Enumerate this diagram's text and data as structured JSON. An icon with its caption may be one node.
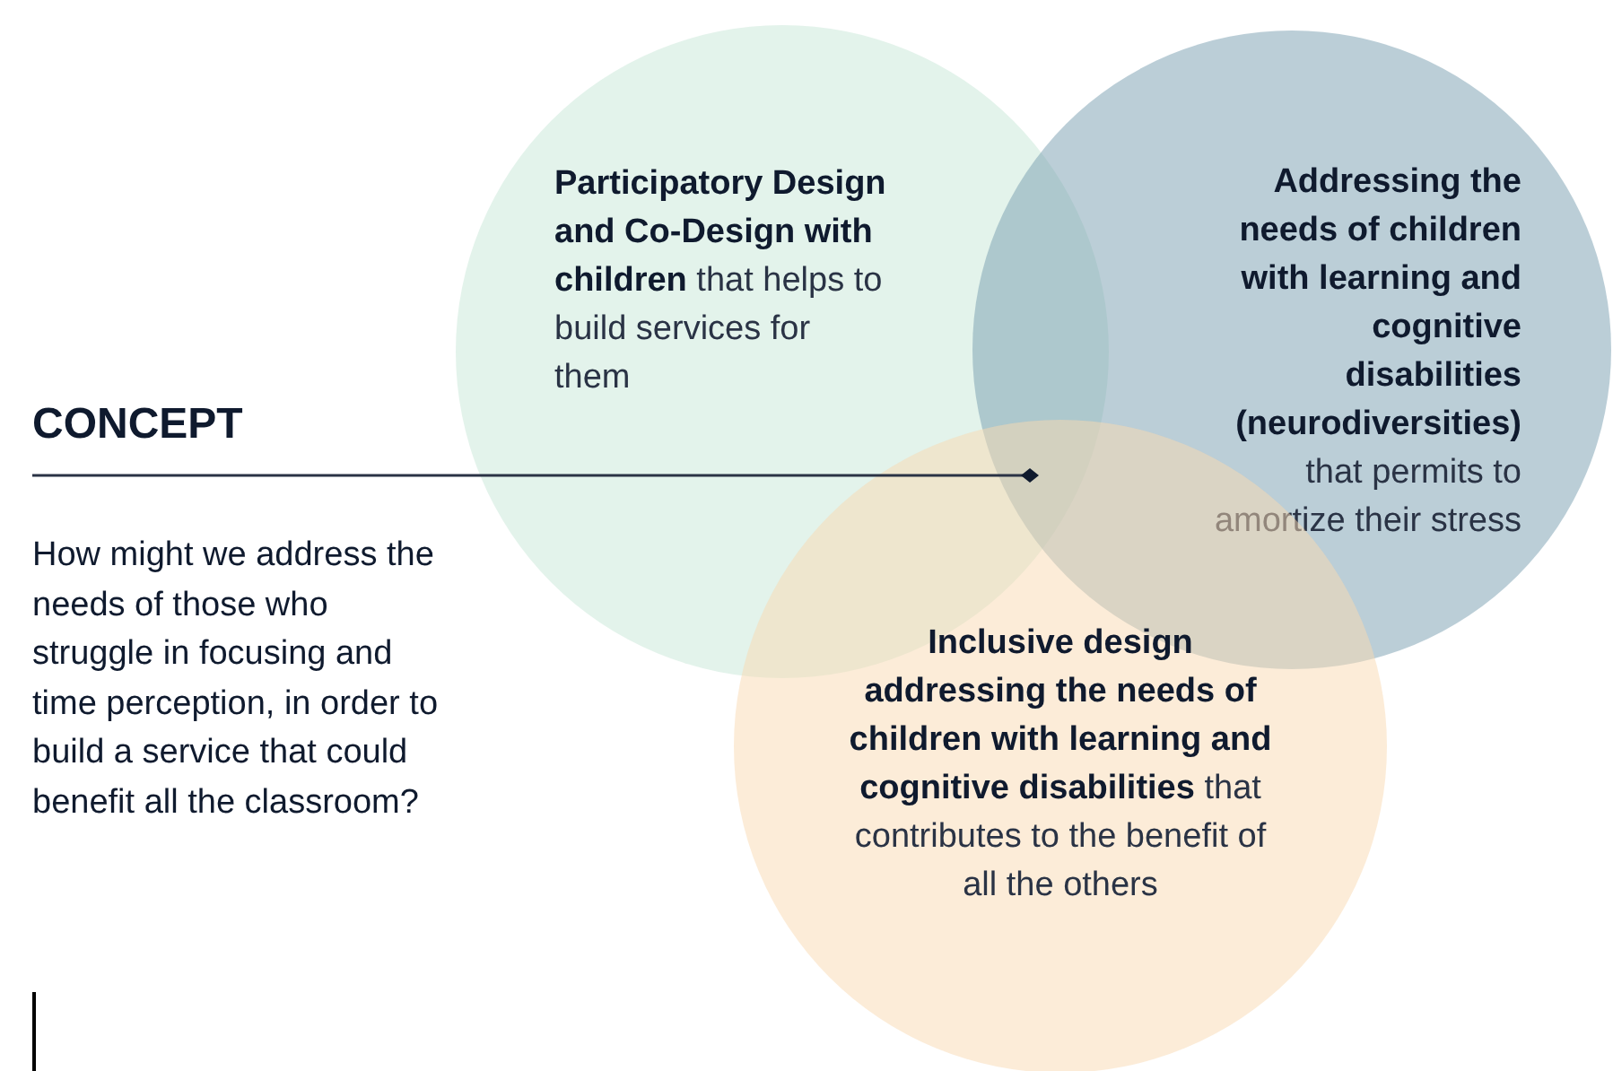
{
  "diagram": {
    "nodes": [
      {
        "text": [
          "**Participatory Design and Co-Design with children** that helps to build services for them"
        ]
      },
      {
        "text": [
          "**Addressing the needs of children with learning and cognitive disabilities (neurodiversities)** that permits to amortize their stress"
        ]
      },
      {
        "text": [
          "**Inclusive design addressing the needs of children with learning and cognitive disabilities** that contributes to the benefit of all the others"
        ]
      },
      {
        "text": [
          "CONCEPT"
        ]
      }
    ],
    "edges": [
      {
        "from": 3,
        "to": 1,
        "arrow": "other"
      }
    ],
    "labels": [
      "How might we address the needs of those who struggle in focusing and time perception, in order to build a service that could benefit all the classroom?"
    ]
  }
}
